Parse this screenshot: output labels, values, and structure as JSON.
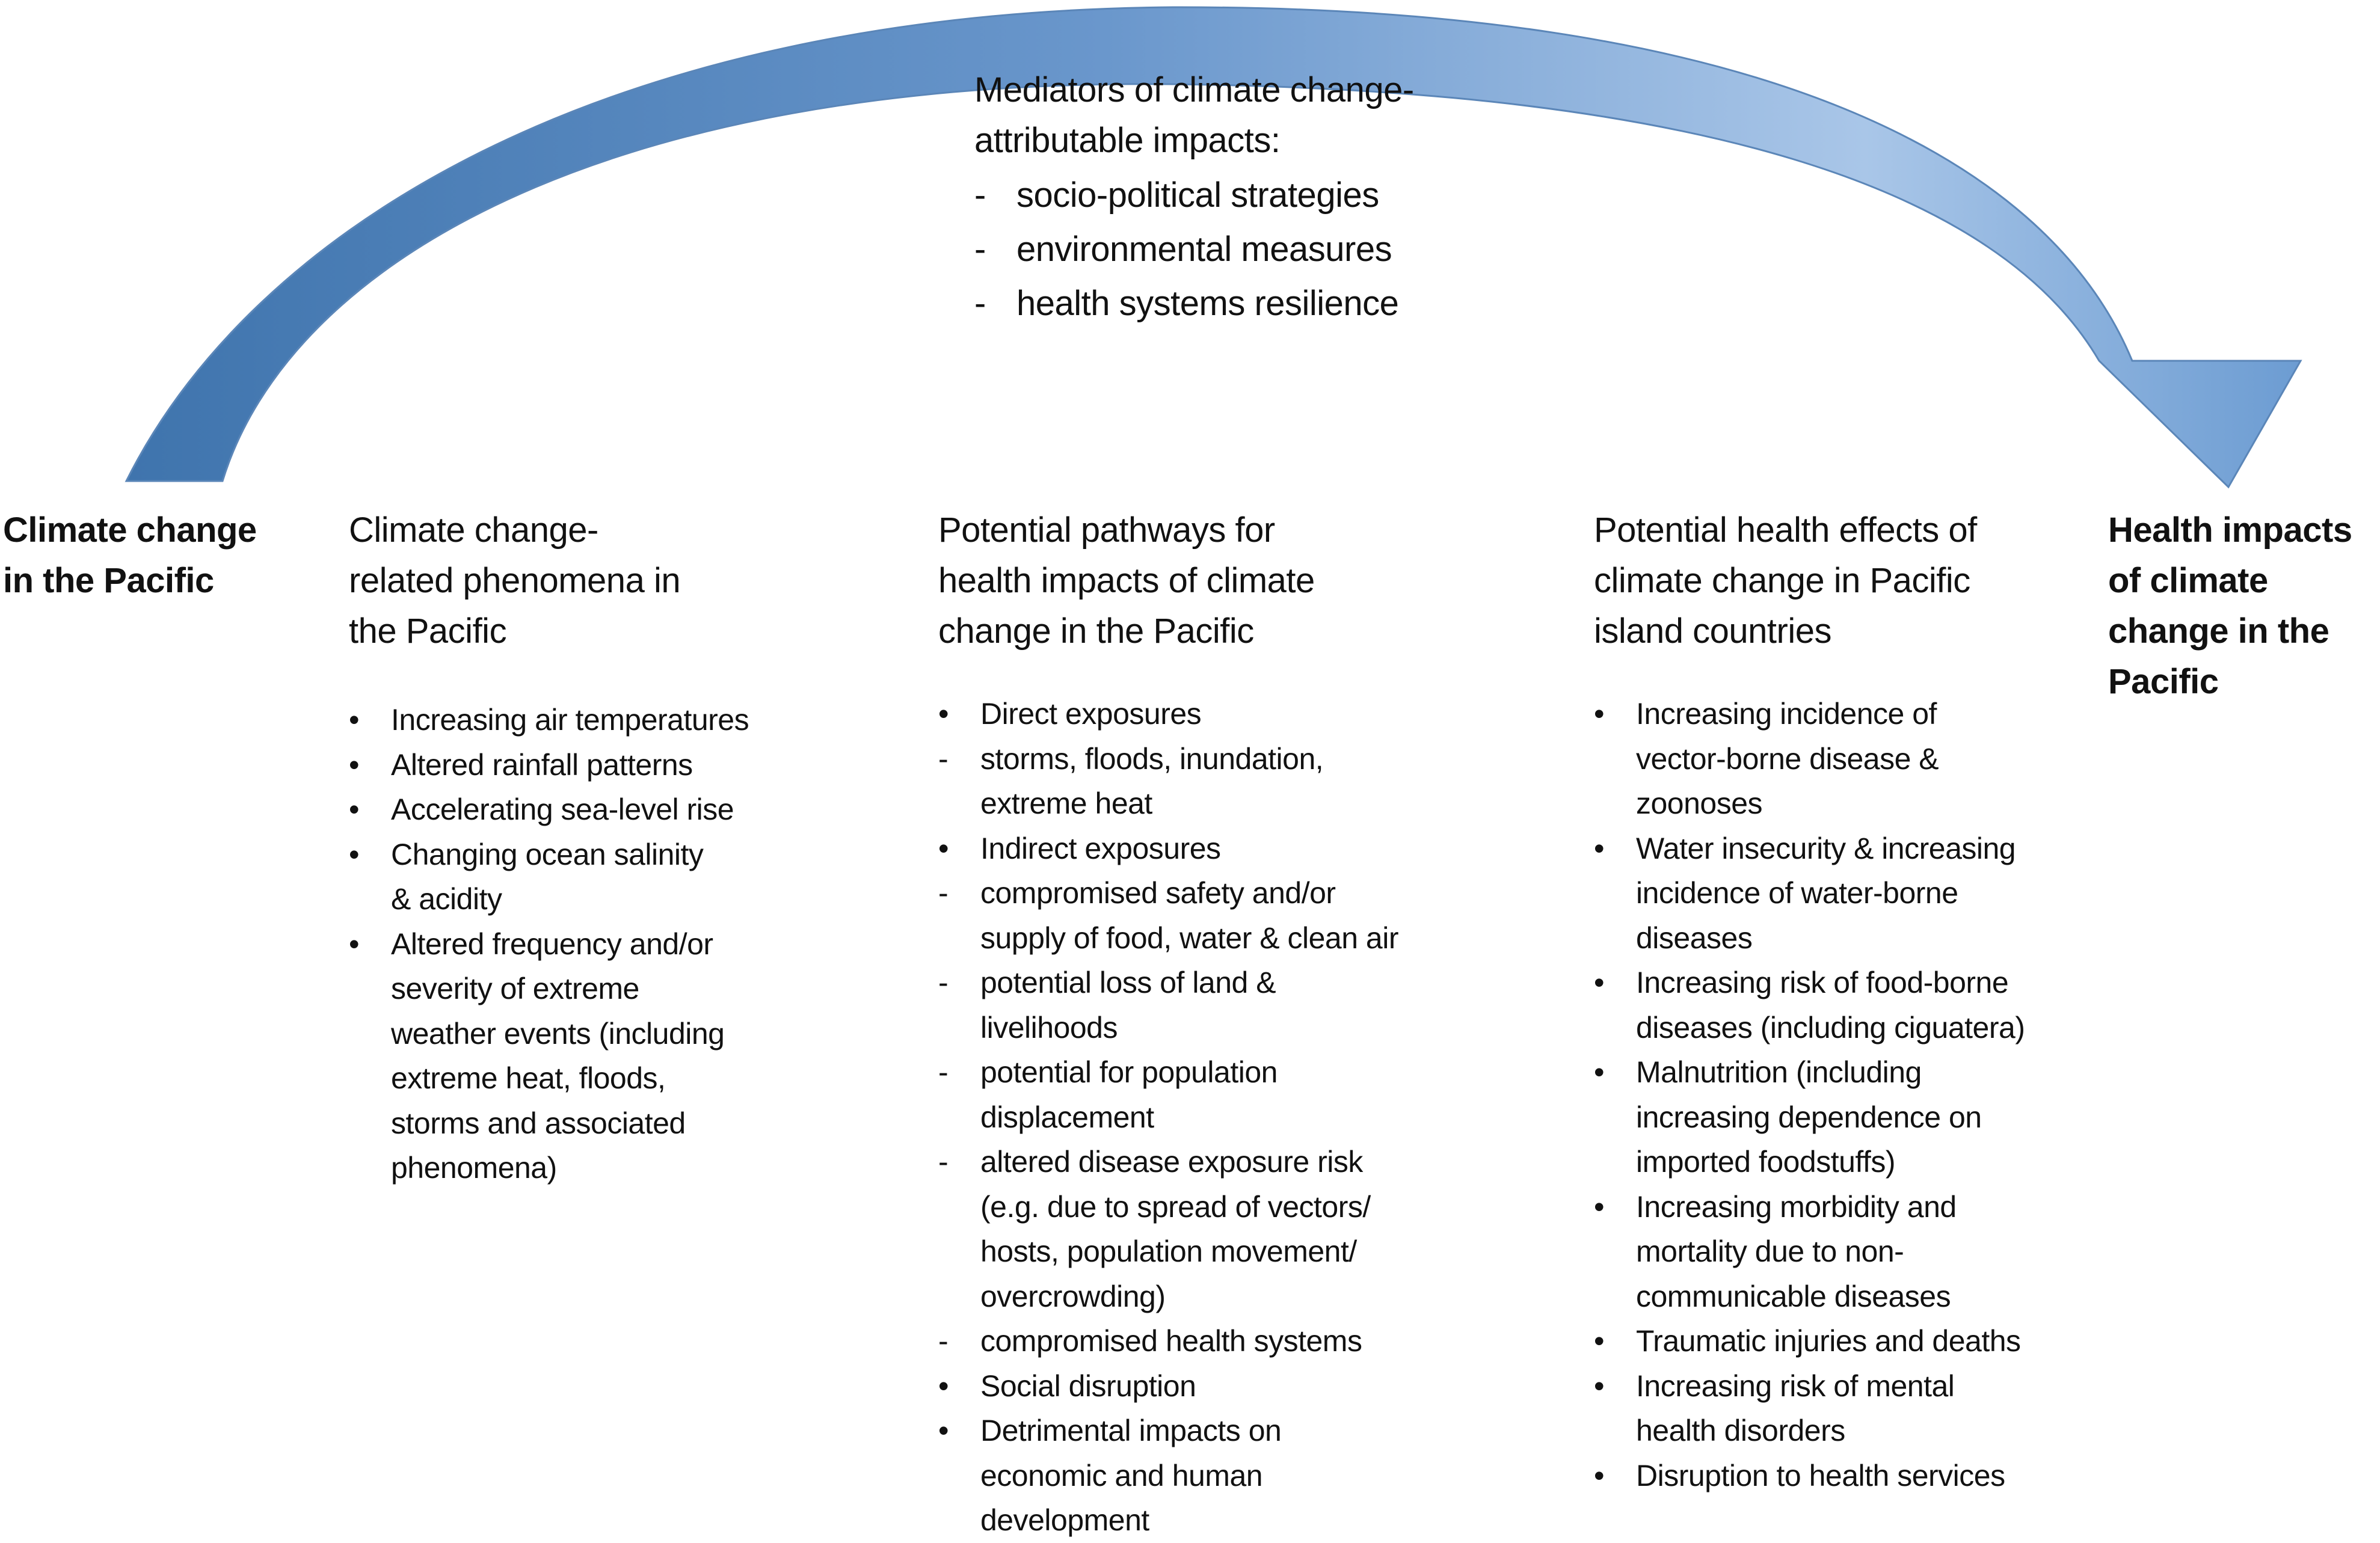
{
  "mediators": {
    "title": "Mediators of climate change-attributable impacts:",
    "items": [
      "socio-political strategies",
      "environmental measures",
      "health systems resilience"
    ]
  },
  "start_label": "Climate change in the Pacific",
  "end_label": "Health impacts of climate change in the Pacific",
  "columns": [
    {
      "heading": "Climate change-related phenomena in the Pacific",
      "items": [
        {
          "style": "bullet",
          "text": "Increasing air temperatures"
        },
        {
          "style": "bullet",
          "text": "Altered rainfall patterns"
        },
        {
          "style": "bullet",
          "text": "Accelerating sea-level rise"
        },
        {
          "style": "bullet",
          "text": "Changing ocean salinity & acidity"
        },
        {
          "style": "bullet",
          "text": "Altered frequency and/or severity of extreme weather events (including extreme heat, floods, storms and associated phenomena)"
        }
      ]
    },
    {
      "heading": "Potential pathways for health impacts of climate change in the Pacific",
      "items": [
        {
          "style": "bullet",
          "text": "Direct exposures"
        },
        {
          "style": "dash",
          "text": "storms, floods, inundation, extreme heat"
        },
        {
          "style": "bullet",
          "text": "Indirect exposures"
        },
        {
          "style": "dash",
          "text": "compromised safety and/or supply of food, water & clean air"
        },
        {
          "style": "dash",
          "text": "potential loss of land & livelihoods"
        },
        {
          "style": "dash",
          "text": "potential for population displacement"
        },
        {
          "style": "dash",
          "text": "altered disease exposure risk (e.g. due to spread of vectors/ hosts, population movement/ overcrowding)"
        },
        {
          "style": "dash",
          "text": "compromised health systems"
        },
        {
          "style": "bullet",
          "text": "Social disruption"
        },
        {
          "style": "bullet",
          "text": "Detrimental impacts on economic and human development"
        }
      ]
    },
    {
      "heading": "Potential health effects of climate change in Pacific island countries",
      "items": [
        {
          "style": "bullet",
          "text": "Increasing incidence of vector-borne disease & zoonoses"
        },
        {
          "style": "bullet",
          "text": "Water insecurity & increasing incidence of water-borne diseases"
        },
        {
          "style": "bullet",
          "text": "Increasing risk of food-borne diseases (including ciguatera)"
        },
        {
          "style": "bullet",
          "text": "Malnutrition (including increasing dependence on imported foodstuffs)"
        },
        {
          "style": "bullet",
          "text": "Increasing morbidity and mortality due to non-communicable diseases"
        },
        {
          "style": "bullet",
          "text": "Traumatic injuries and deaths"
        },
        {
          "style": "bullet",
          "text": "Increasing risk of mental health disorders"
        },
        {
          "style": "bullet",
          "text": "Disruption to health services"
        }
      ]
    }
  ],
  "colors": {
    "arrow_dark": "#3f74ad",
    "arrow_light": "#a9c6e8",
    "text": "#111111"
  }
}
